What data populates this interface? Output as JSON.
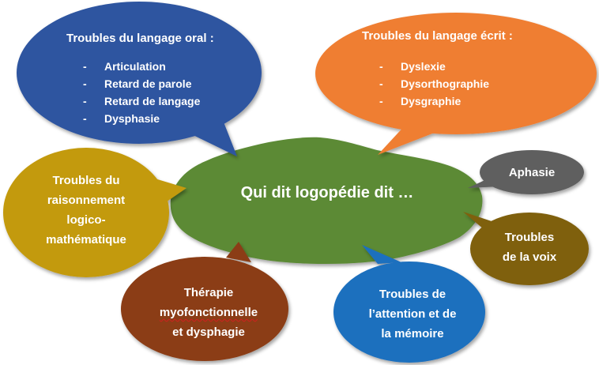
{
  "center": {
    "title": "Qui dit logopédie dit …",
    "color": "#5b8a35"
  },
  "oral": {
    "title": "Troubles du langage oral :",
    "items": [
      "Articulation",
      "Retard de parole",
      "Retard de langage",
      "Dysphasie"
    ],
    "color": "#2f55a0"
  },
  "ecrit": {
    "title": "Troubles du langage écrit :",
    "items": [
      "Dyslexie",
      "Dysorthographie",
      "Dysgraphie"
    ],
    "color": "#ef7e32"
  },
  "raisonnement": {
    "lines": [
      "Troubles du",
      "raisonnement",
      "logico-",
      "mathématique"
    ],
    "color": "#c39a10"
  },
  "aphasie": {
    "label": "Aphasie",
    "color": "#5f5f5f"
  },
  "voix": {
    "lines": [
      "Troubles",
      "de la voix"
    ],
    "color": "#7f6010"
  },
  "therapie": {
    "lines": [
      "Thérapie",
      "myofonctionnelle",
      "et dysphagie"
    ],
    "color": "#8b3d14"
  },
  "attention": {
    "lines": [
      "Troubles de",
      "l’attention et de",
      "la mémoire"
    ],
    "color": "#1e6fbe"
  }
}
